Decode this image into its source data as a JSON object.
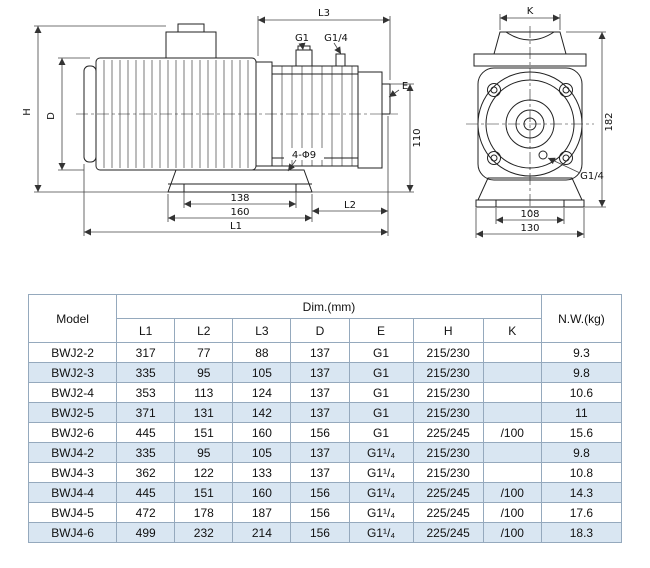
{
  "drawing": {
    "labels": {
      "h": "H",
      "d": "D",
      "l3": "L3",
      "g1": "G1",
      "g1_4_top": "G1/4",
      "e": "E",
      "v110": "110",
      "holes": "4-Φ9",
      "d138": "138",
      "d160": "160",
      "l2": "L2",
      "l1": "L1",
      "k": "K",
      "v182": "182",
      "g1_4_front": "G1/4",
      "d108": "108",
      "d130": "130"
    }
  },
  "table": {
    "header": {
      "model": "Model",
      "dim_group": "Dim.(mm)",
      "dim_columns": [
        "L1",
        "L2",
        "L3",
        "D",
        "E",
        "H",
        "K"
      ],
      "nw": "N.W.(kg)"
    },
    "rows": [
      [
        "BWJ2-2",
        "317",
        "77",
        "88",
        "137",
        "G1",
        "215/230",
        "",
        "9.3"
      ],
      [
        "BWJ2-3",
        "335",
        "95",
        "105",
        "137",
        "G1",
        "215/230",
        "",
        "9.8"
      ],
      [
        "BWJ2-4",
        "353",
        "113",
        "124",
        "137",
        "G1",
        "215/230",
        "",
        "10.6"
      ],
      [
        "BWJ2-5",
        "371",
        "131",
        "142",
        "137",
        "G1",
        "215/230",
        "",
        "11"
      ],
      [
        "BWJ2-6",
        "445",
        "151",
        "160",
        "156",
        "G1",
        "225/245",
        "/100",
        "15.6"
      ],
      [
        "BWJ4-2",
        "335",
        "95",
        "105",
        "137",
        "G1¹/₄",
        "215/230",
        "",
        "9.8"
      ],
      [
        "BWJ4-3",
        "362",
        "122",
        "133",
        "137",
        "G1¹/₄",
        "215/230",
        "",
        "10.8"
      ],
      [
        "BWJ4-4",
        "445",
        "151",
        "160",
        "156",
        "G1¹/₄",
        "225/245",
        "/100",
        "14.3"
      ],
      [
        "BWJ4-5",
        "472",
        "178",
        "187",
        "156",
        "G1¹/₄",
        "225/245",
        "/100",
        "17.6"
      ],
      [
        "BWJ4-6",
        "499",
        "232",
        "214",
        "156",
        "G1¹/₄",
        "225/245",
        "/100",
        "18.3"
      ]
    ],
    "colors": {
      "row_alt": "#d9e6f2",
      "border": "#95a9bd"
    }
  }
}
